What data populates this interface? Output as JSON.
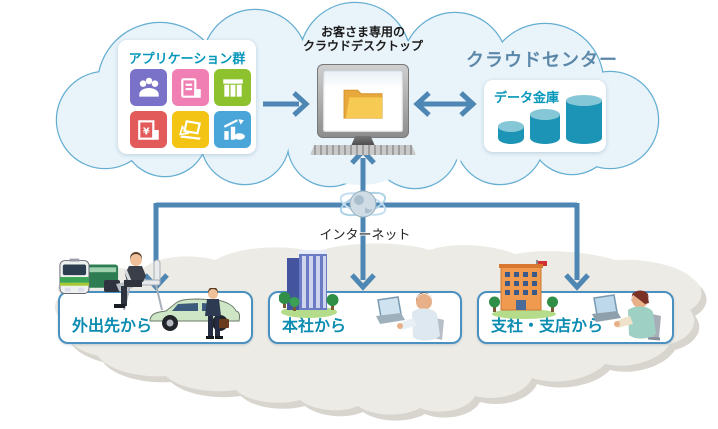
{
  "cloud": {
    "title": "クラウドセンター",
    "applications": {
      "title": "アプリケーション群",
      "tiles": [
        {
          "icon": "meeting-icon",
          "color": "#7a72c8"
        },
        {
          "icon": "notepad-calculator-icon",
          "color": "#f07fb4"
        },
        {
          "icon": "shop-curtain-icon",
          "color": "#8dc22e"
        },
        {
          "icon": "payment-envelope-icon",
          "color": "#e25a5a"
        },
        {
          "icon": "laptop-design-icon",
          "color": "#f3c414"
        },
        {
          "icon": "bar-chart-icon",
          "color": "#4aa6d8"
        }
      ]
    },
    "desktop": {
      "label_line1": "お客さま専用の",
      "label_line2": "クラウドデスクトップ",
      "icon": "folder-icon"
    },
    "vault": {
      "title": "データ金庫",
      "icon": "database-cylinders-icon"
    }
  },
  "internet": {
    "label": "インターネット",
    "icon": "globe-icon"
  },
  "locations": [
    {
      "label": "外出先から",
      "icons": [
        "train-icon",
        "businessman-laptop-icon",
        "car-icon",
        "businessman-icon"
      ]
    },
    {
      "label": "本社から",
      "icons": [
        "office-building-icon",
        "worker-laptop-icon"
      ]
    },
    {
      "label": "支社・支店から",
      "icons": [
        "branch-building-icon",
        "woman-laptop-icon"
      ]
    }
  ],
  "colors": {
    "arrow": "#4e86b4",
    "cloud_fill": "#e9f3fa",
    "cloud_border": "#65aed2",
    "teal_label": "#0697bb",
    "cloud_title": "#5b87a9",
    "box_border": "#4a90c0",
    "map_fill": "#edebe5",
    "map_shadow": "#d8d5ce",
    "cylinder": "#1b94b6"
  }
}
